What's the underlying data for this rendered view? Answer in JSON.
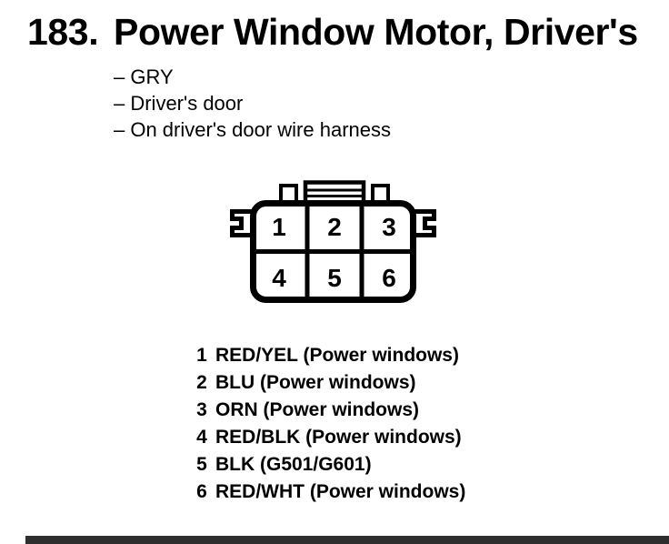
{
  "page": {
    "figure_number": "183.",
    "title": "Power Window Motor, Driver's",
    "notes": [
      "– GRY",
      "– Driver's door",
      "– On driver's door wire harness"
    ]
  },
  "connector": {
    "pins": [
      "1",
      "2",
      "3",
      "4",
      "5",
      "6"
    ]
  },
  "legend": {
    "entries": [
      {
        "pin": "1",
        "label": "RED/YEL (Power windows)"
      },
      {
        "pin": "2",
        "label": "BLU (Power windows)"
      },
      {
        "pin": "3",
        "label": "ORN (Power windows)"
      },
      {
        "pin": "4",
        "label": "RED/BLK (Power windows)"
      },
      {
        "pin": "5",
        "label": "BLK (G501/G601)"
      },
      {
        "pin": "6",
        "label": "RED/WHT (Power windows)"
      }
    ]
  },
  "colors": {
    "ink": "#000000",
    "paper": "#ffffff",
    "footer_bar": "#2e2e2e"
  }
}
